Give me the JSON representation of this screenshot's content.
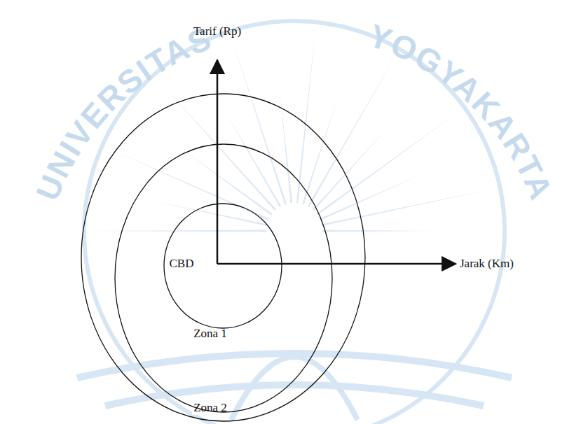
{
  "diagram": {
    "nodes": [
      {
        "text": [
          "Zona 2"
        ]
      },
      {
        "text": [
          "Zona 1"
        ],
        "in": 0
      },
      {
        "text": [
          "CBD"
        ],
        "in": 1
      }
    ],
    "labels": [
      "Tarif (Rp)",
      "Jarak (Km)",
      "UNIVERSITAS",
      "YOGYAKARTA"
    ]
  }
}
